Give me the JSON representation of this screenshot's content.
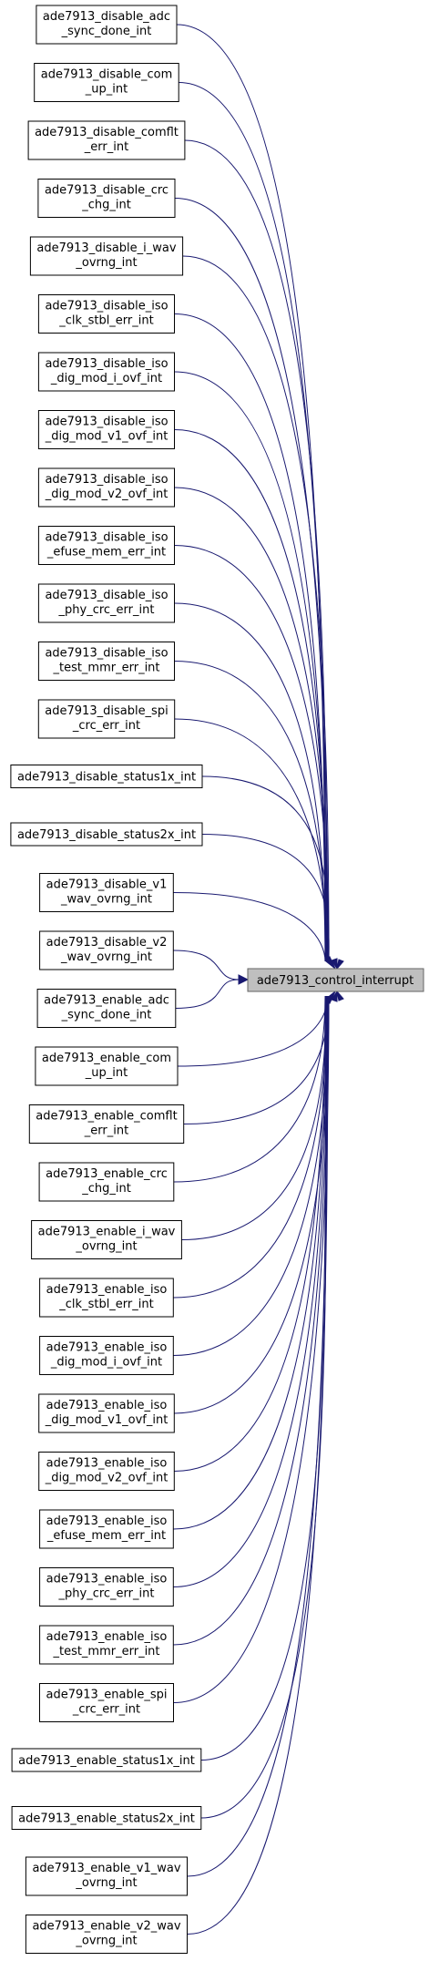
{
  "graph": {
    "target": "ade7913_control_interrupt",
    "edge_color": "#191970",
    "target_fill": "#bfbfbf",
    "callers": [
      [
        "ade7913_disable_adc",
        "_sync_done_int"
      ],
      [
        "ade7913_disable_com",
        "_up_int"
      ],
      [
        "ade7913_disable_comflt",
        "_err_int"
      ],
      [
        "ade7913_disable_crc",
        "_chg_int"
      ],
      [
        "ade7913_disable_i_wav",
        "_ovrng_int"
      ],
      [
        "ade7913_disable_iso",
        "_clk_stbl_err_int"
      ],
      [
        "ade7913_disable_iso",
        "_dig_mod_i_ovf_int"
      ],
      [
        "ade7913_disable_iso",
        "_dig_mod_v1_ovf_int"
      ],
      [
        "ade7913_disable_iso",
        "_dig_mod_v2_ovf_int"
      ],
      [
        "ade7913_disable_iso",
        "_efuse_mem_err_int"
      ],
      [
        "ade7913_disable_iso",
        "_phy_crc_err_int"
      ],
      [
        "ade7913_disable_iso",
        "_test_mmr_err_int"
      ],
      [
        "ade7913_disable_spi",
        "_crc_err_int"
      ],
      [
        "ade7913_disable_status1x_int"
      ],
      [
        "ade7913_disable_status2x_int"
      ],
      [
        "ade7913_disable_v1",
        "_wav_ovrng_int"
      ],
      [
        "ade7913_disable_v2",
        "_wav_ovrng_int"
      ],
      [
        "ade7913_enable_adc",
        "_sync_done_int"
      ],
      [
        "ade7913_enable_com",
        "_up_int"
      ],
      [
        "ade7913_enable_comflt",
        "_err_int"
      ],
      [
        "ade7913_enable_crc",
        "_chg_int"
      ],
      [
        "ade7913_enable_i_wav",
        "_ovrng_int"
      ],
      [
        "ade7913_enable_iso",
        "_clk_stbl_err_int"
      ],
      [
        "ade7913_enable_iso",
        "_dig_mod_i_ovf_int"
      ],
      [
        "ade7913_enable_iso",
        "_dig_mod_v1_ovf_int"
      ],
      [
        "ade7913_enable_iso",
        "_dig_mod_v2_ovf_int"
      ],
      [
        "ade7913_enable_iso",
        "_efuse_mem_err_int"
      ],
      [
        "ade7913_enable_iso",
        "_phy_crc_err_int"
      ],
      [
        "ade7913_enable_iso",
        "_test_mmr_err_int"
      ],
      [
        "ade7913_enable_spi",
        "_crc_err_int"
      ],
      [
        "ade7913_enable_status1x_int"
      ],
      [
        "ade7913_enable_status2x_int"
      ],
      [
        "ade7913_enable_v1_wav",
        "_ovrng_int"
      ],
      [
        "ade7913_enable_v2_wav",
        "_ovrng_int"
      ]
    ]
  }
}
